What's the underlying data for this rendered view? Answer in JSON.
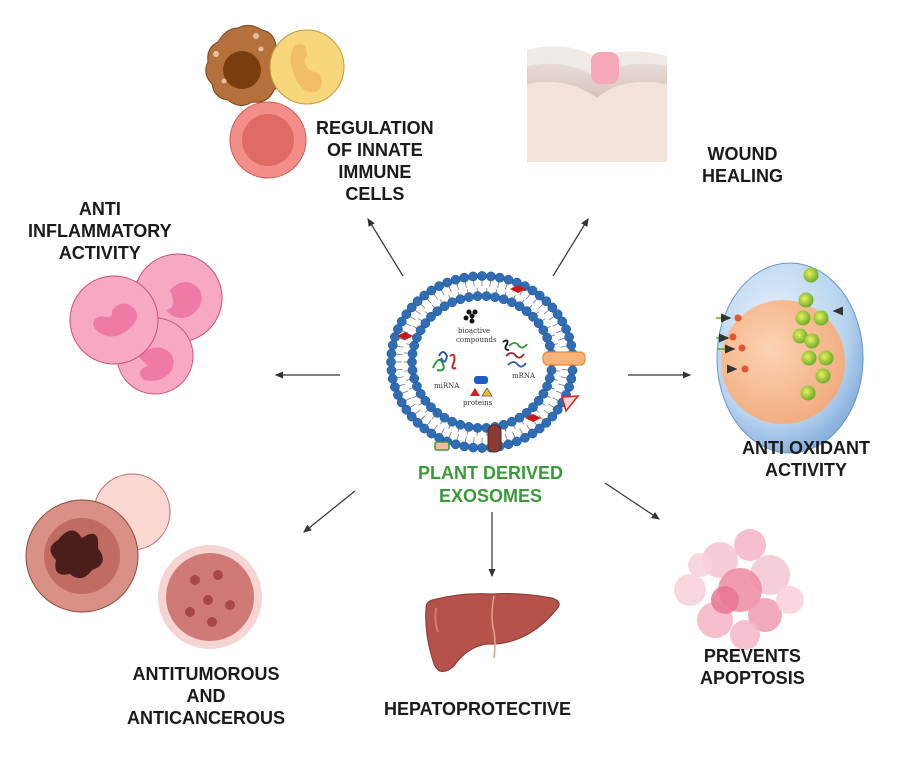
{
  "title": "Plant Derived Exosomes",
  "center": {
    "label_lines": [
      "PLANT DERIVED",
      "EXOSOMES"
    ],
    "label_color": "#3a9a3a",
    "cargo_labels": {
      "bioactive": [
        "bioactive",
        "compounds"
      ],
      "mirna": "miRNA",
      "mrna": "mRNA",
      "proteins": "proteins"
    }
  },
  "effects": [
    {
      "id": "innate-immune",
      "lines": [
        "REGULATION",
        "OF INNATE",
        "IMMUNE",
        "CELLS"
      ]
    },
    {
      "id": "wound-healing",
      "lines": [
        "WOUND",
        "HEALING"
      ]
    },
    {
      "id": "anti-inflammatory",
      "lines": [
        "ANTI",
        "INFLAMMATORY",
        "ACTIVITY"
      ]
    },
    {
      "id": "anti-oxidant",
      "lines": [
        "ANTI OXIDANT",
        "ACTIVITY"
      ]
    },
    {
      "id": "antitumorous",
      "lines": [
        "ANTITUMOROUS",
        "AND",
        "ANTICANCEROUS"
      ]
    },
    {
      "id": "hepatoprotective",
      "lines": [
        "HEPATOPROTECTIVE"
      ]
    },
    {
      "id": "apoptosis",
      "lines": [
        "PREVENTS",
        "APOPTOSIS"
      ]
    }
  ],
  "colors": {
    "membrane": "#2f6db5",
    "arrow": "#333333",
    "liver": "#b5524a"
  }
}
